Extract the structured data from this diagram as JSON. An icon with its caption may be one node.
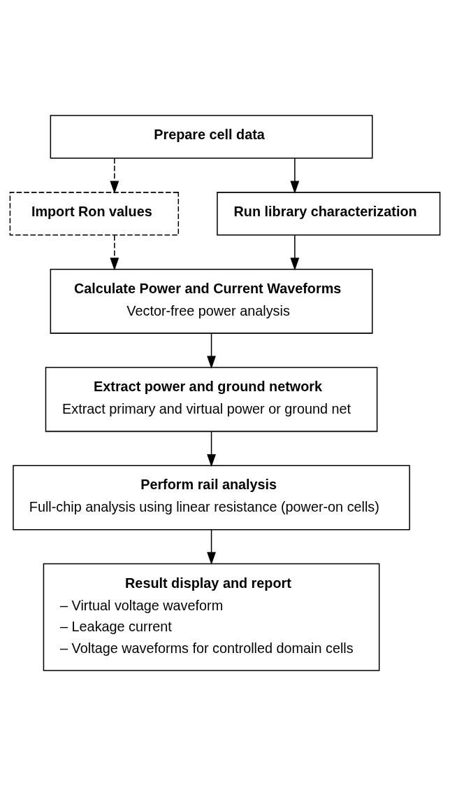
{
  "diagram": {
    "nodes": [
      {
        "text": [
          "Prepare cell data"
        ]
      },
      {
        "text": [
          "Import Ron values"
        ]
      },
      {
        "text": [
          "Run library characterization"
        ]
      },
      {
        "text": [
          "Calculate Power and Current Waveforms",
          "Vector-free power analysis"
        ]
      },
      {
        "text": [
          "Extract power and ground network",
          "Extract primary and virtual power or ground net"
        ]
      },
      {
        "text": [
          "Perform rail analysis",
          "Full-chip analysis using linear resistance (power-on cells)"
        ]
      },
      {
        "text": [
          "Result display and report",
          "– Virtual voltage waveform",
          "– Leakage current",
          "– Voltage waveforms for controlled domain cells"
        ]
      }
    ],
    "edges": [
      {
        "from": 0,
        "to": 1,
        "arrow": "to",
        "style": "dashed"
      },
      {
        "from": 0,
        "to": 2,
        "arrow": "to"
      },
      {
        "from": 1,
        "to": 3,
        "arrow": "to",
        "style": "dashed"
      },
      {
        "from": 2,
        "to": 3,
        "arrow": "to"
      },
      {
        "from": 3,
        "to": 4,
        "arrow": "to"
      },
      {
        "from": 4,
        "to": 5,
        "arrow": "to"
      },
      {
        "from": 5,
        "to": 6,
        "arrow": "to"
      }
    ]
  }
}
